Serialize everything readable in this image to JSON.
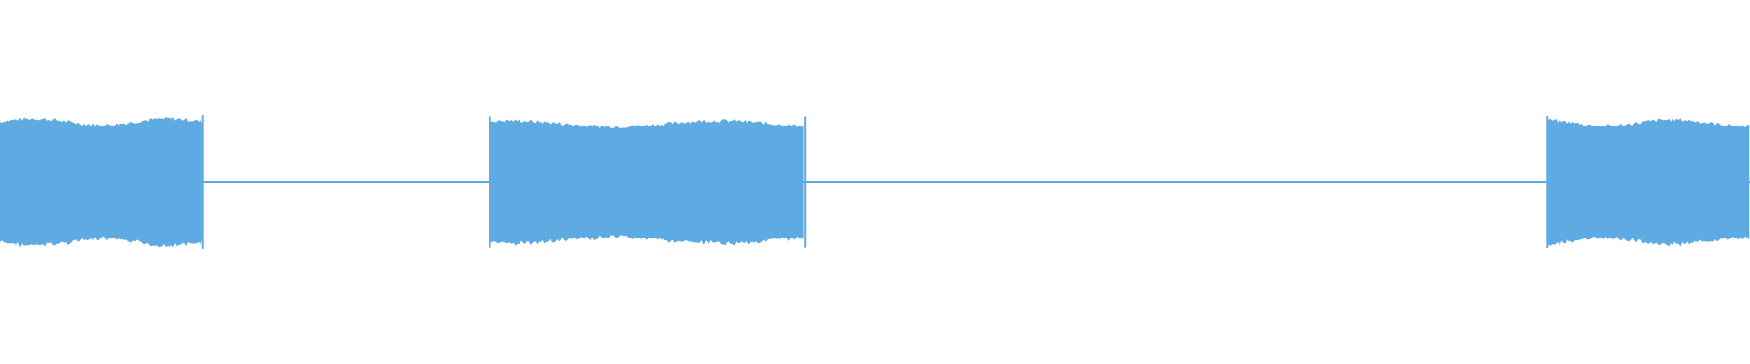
{
  "waveform": {
    "color": "#5DABE2",
    "background": "#FFFFFF",
    "bursts": [
      {
        "start": 0.0,
        "end": 0.116,
        "amplitude": 0.66
      },
      {
        "start": 0.28,
        "end": 0.46,
        "amplitude": 0.64
      },
      {
        "start": 0.884,
        "end": 1.0,
        "amplitude": 0.65
      }
    ],
    "silence_amplitude": 0.01
  }
}
